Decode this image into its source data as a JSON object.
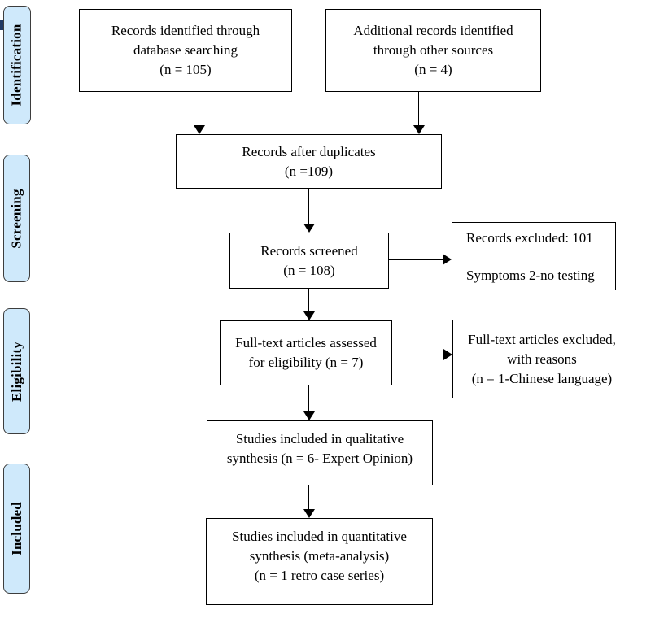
{
  "colors": {
    "stage_fill": "#cfe9fb",
    "stage_border": "#3d3d3d",
    "box_border": "#000000",
    "arrow": "#000000",
    "stray_mark": "#1f3864"
  },
  "stages": [
    {
      "id": "identification",
      "label": "Identification"
    },
    {
      "id": "screening",
      "label": "Screening"
    },
    {
      "id": "eligibility",
      "label": "Eligibility"
    },
    {
      "id": "included",
      "label": "Included"
    }
  ],
  "boxes": {
    "records_identified": {
      "lines": [
        "Records identified through",
        "database searching",
        "(n = 105)"
      ]
    },
    "additional_records": {
      "lines": [
        "Additional records identified",
        "through other sources",
        "(n = 4)"
      ]
    },
    "after_duplicates": {
      "lines": [
        "Records after duplicates",
        "(n =109)"
      ]
    },
    "records_screened": {
      "lines": [
        "Records screened",
        "(n = 108)"
      ]
    },
    "records_excluded": {
      "lines": [
        "Records excluded: 101",
        "",
        "Symptoms 2-no testing"
      ]
    },
    "fulltext_assessed": {
      "lines": [
        "Full-text articles assessed",
        "for eligibility (n = 7)"
      ]
    },
    "fulltext_excluded": {
      "lines": [
        "Full-text articles excluded,",
        "with reasons",
        "(n = 1-Chinese language)"
      ]
    },
    "qualitative_synthesis": {
      "lines": [
        "Studies included in qualitative",
        "synthesis (n = 6- Expert Opinion)"
      ]
    },
    "quantitative_synthesis": {
      "lines": [
        "Studies included in quantitative",
        "synthesis (meta-analysis)",
        "(n = 1 retro case series)"
      ]
    }
  }
}
